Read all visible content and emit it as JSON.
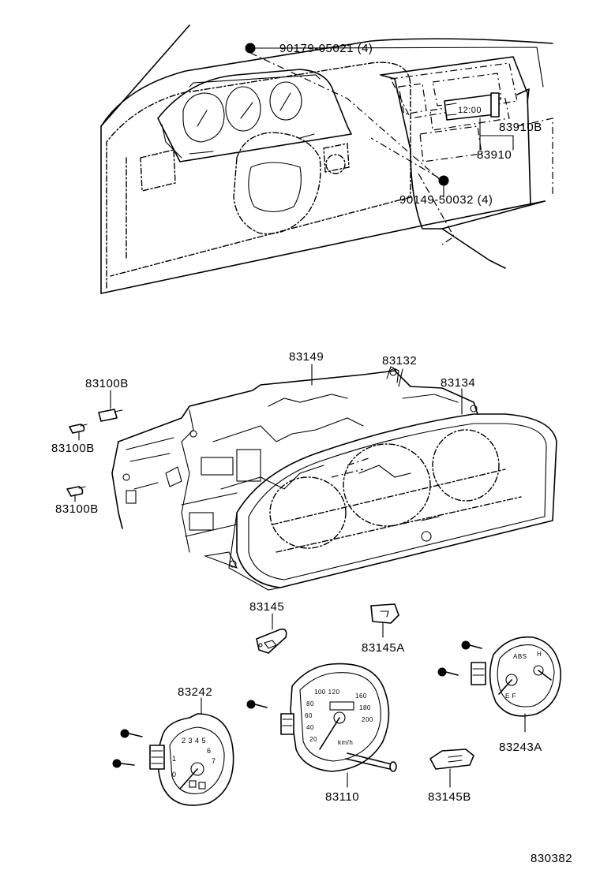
{
  "diagram": {
    "drawing_number": "830382",
    "labels": {
      "screw_top": "90179-05021 (4)",
      "screw_mid": "90149-50032 (4)",
      "clock": "83910",
      "clock_b": "83910B",
      "bulb_1": "83100B",
      "bulb_2": "83100B",
      "bulb_3": "83100B",
      "case": "83149",
      "plate": "83132",
      "glass": "83134",
      "board": "83145",
      "board_a": "83145A",
      "board_b": "83145B",
      "tacho": "83242",
      "speedo": "83110",
      "combo": "83243A"
    },
    "stamps": {
      "clock_display": "12:00",
      "speed_unit": "km/h"
    }
  }
}
